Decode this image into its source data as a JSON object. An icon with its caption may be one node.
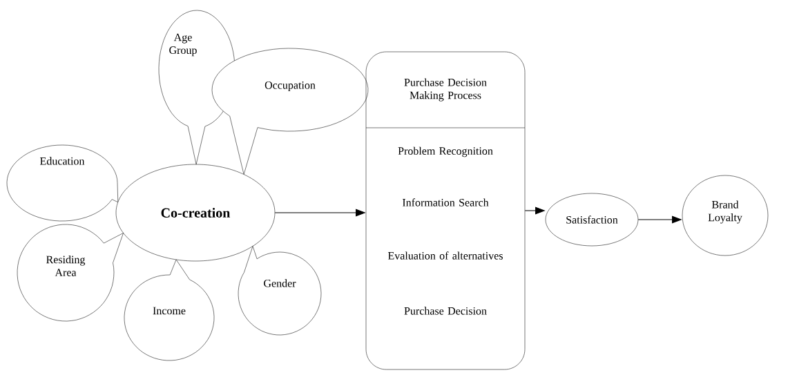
{
  "diagram": {
    "nodes": [
      {
        "text": [
          "Age Group"
        ]
      },
      {
        "text": [
          "Occupation"
        ]
      },
      {
        "text": [
          "Education"
        ]
      },
      {
        "text": [
          "Co-creation"
        ]
      },
      {
        "text": [
          "Residing Area"
        ]
      },
      {
        "text": [
          "Income"
        ]
      },
      {
        "text": [
          "Gender"
        ]
      },
      {
        "text": [
          "Purchase Decision Making Process",
          "Problem Recognition",
          "Information Search",
          "Evaluation of alternatives",
          "Purchase Decision"
        ]
      },
      {
        "text": [
          "Satisfaction"
        ]
      },
      {
        "text": [
          "Brand Loyalty"
        ]
      }
    ],
    "edges": [
      {
        "from": 3,
        "to": 7,
        "arrow": "to"
      },
      {
        "from": 7,
        "to": 8,
        "arrow": "to"
      },
      {
        "from": 8,
        "to": 9,
        "arrow": "to"
      }
    ]
  }
}
